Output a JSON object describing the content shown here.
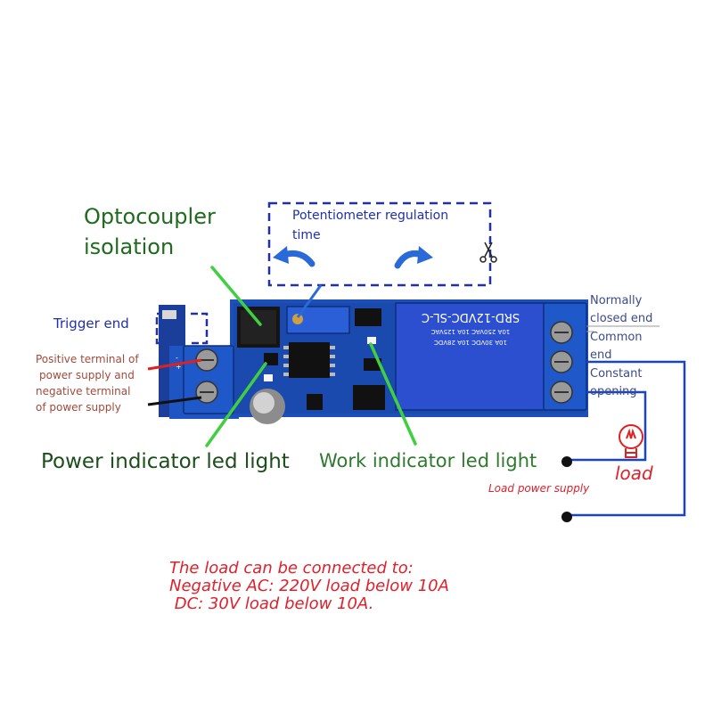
{
  "labels": {
    "optocoupler_line1": "Optocoupler",
    "optocoupler_line2": "isolation",
    "potentiometer_line1": "Potentiometer regulation",
    "potentiometer_line2": "time",
    "trigger_end": "Trigger end",
    "power_terminal_line1": "Positive terminal of",
    "power_terminal_line2": "power supply and",
    "power_terminal_line3": "negative terminal",
    "power_terminal_line4": "of power supply",
    "normally_closed_line1": "Normally",
    "normally_closed_line2": "closed end",
    "common_end_line1": "Common",
    "common_end_line2": "end",
    "constant_opening_line1": "Constant",
    "constant_opening_line2": "opening",
    "power_led": "Power indicator led light",
    "work_led": "Work indicator led light",
    "load": "load",
    "load_power_supply": "Load power supply",
    "note_line1": "The load can be connected to:",
    "note_line2": "Negative AC: 220V load below 10A",
    "note_line3": " DC: 30V load below 10A."
  },
  "board": {
    "relay_line1": "SRD-12VDC-SL-C",
    "relay_line2": "10A 250VAC  10A 125VAC",
    "relay_line3": "10A 30VDC  10A 28VDC",
    "pin_labels": [
      "-",
      "+"
    ]
  },
  "colors": {
    "pcb": "#1d4fb8",
    "relay": "#2b4fcf",
    "terminal": "#1f58c8",
    "label_green": "#1e6b1e",
    "label_blue": "#2030a8",
    "label_red": "#e0202a",
    "arrow_green": "#3fcf3f",
    "wire_blue": "#1a44c8",
    "wire_red": "#e02020"
  },
  "icons": [
    "scissors-icon",
    "light-bulb-icon",
    "left-arrow-icon",
    "right-arrow-icon"
  ]
}
